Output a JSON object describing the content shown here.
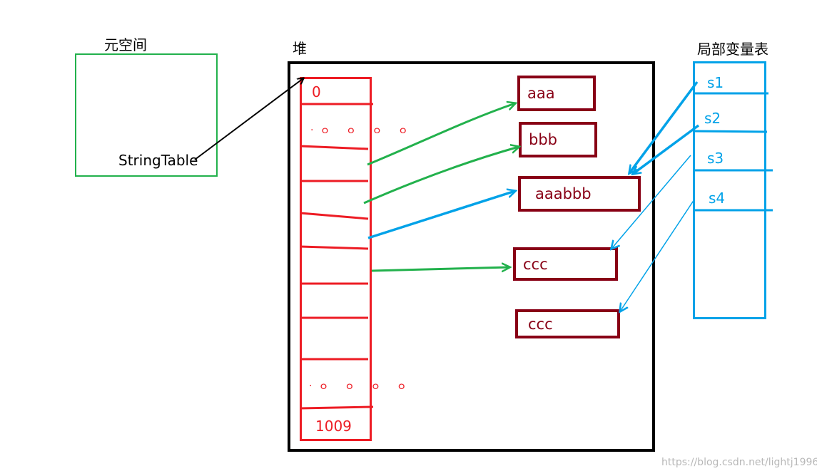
{
  "metaspace": {
    "label": "元空间",
    "content": "StringTable"
  },
  "heap": {
    "label": "堆"
  },
  "string_table": {
    "first_index": "0",
    "dots": "·ｏ ｏ ｏ ｏ",
    "last_index": "1009"
  },
  "heap_strings": [
    "aaa",
    "bbb",
    "aaabbb",
    "ccc",
    "ccc"
  ],
  "local_variable_table": {
    "label": "局部变量表",
    "vars": [
      "s1",
      "s2",
      "s3",
      "s4"
    ]
  },
  "watermark": "https://blog.csdn.net/lightj1996",
  "colors": {
    "metaspace": "#22b14c",
    "heap": "#000000",
    "string_table": "#ed1c24",
    "string_object": "#880015",
    "local_vars": "#00a2e8",
    "pointer_green": "#22b14c",
    "pointer_blue": "#00a2e8"
  }
}
